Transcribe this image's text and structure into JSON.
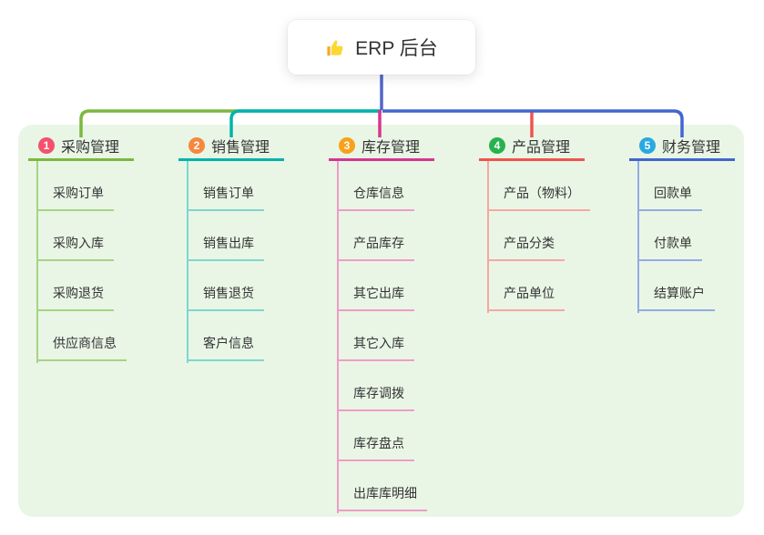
{
  "root": {
    "title": "ERP 后台",
    "icon": "thumbs-up"
  },
  "branches": [
    {
      "index": "1",
      "title": "采购管理",
      "badge_color": "#f4516c",
      "line_color": "#7cb83e",
      "light_color": "#a8d383",
      "children": [
        "采购订单",
        "采购入库",
        "采购退货",
        "供应商信息"
      ]
    },
    {
      "index": "2",
      "title": "销售管理",
      "badge_color": "#f6883d",
      "line_color": "#00b3ab",
      "light_color": "#7fd6ce",
      "children": [
        "销售订单",
        "销售出库",
        "销售退货",
        "客户信息"
      ]
    },
    {
      "index": "3",
      "title": "库存管理",
      "badge_color": "#f9a11b",
      "line_color": "#d6368f",
      "light_color": "#f09cc6",
      "children": [
        "仓库信息",
        "产品库存",
        "其它出库",
        "其它入库",
        "库存调拨",
        "库存盘点",
        "出库库明细"
      ]
    },
    {
      "index": "4",
      "title": "产品管理",
      "badge_color": "#27b24e",
      "line_color": "#f0544f",
      "light_color": "#f7a7a3",
      "children": [
        "产品（物料）",
        "产品分类",
        "产品单位"
      ]
    },
    {
      "index": "5",
      "title": "财务管理",
      "badge_color": "#29a9e1",
      "line_color": "#4166cf",
      "light_color": "#93ace2",
      "children": [
        "回款单",
        "付款单",
        "结算账户"
      ]
    }
  ],
  "colors": {
    "canvas_bg": "#ffffff",
    "panel_bg": "#e9f6e6",
    "card_bg": "#ffffff",
    "text": "#333333",
    "root_connector": "#5266c6"
  }
}
